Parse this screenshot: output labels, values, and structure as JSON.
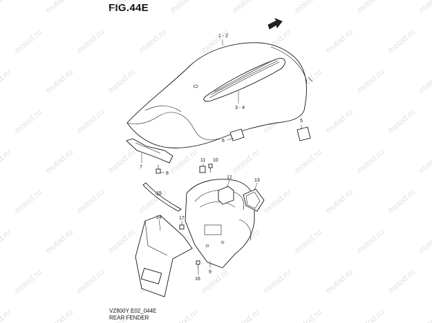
{
  "figure": {
    "title": "FIG.44E"
  },
  "footer": {
    "code": "VZ800Y E02_044E",
    "caption": "REAR FENDER"
  },
  "watermark": {
    "text": "motod.ru"
  },
  "callouts": {
    "c1_2": "1 - 2",
    "c3_4": "3 - 4",
    "c5": "5",
    "c6": "6",
    "c7": "7",
    "c8": "8",
    "c9": "9",
    "c10": "10",
    "c11": "11",
    "c12": "12",
    "c13": "13",
    "c14": "14",
    "c15": "15",
    "c16": "16",
    "c17": "17"
  },
  "colors": {
    "line": "#111111",
    "watermark": "#c9c9c9",
    "background": "#ffffff"
  }
}
